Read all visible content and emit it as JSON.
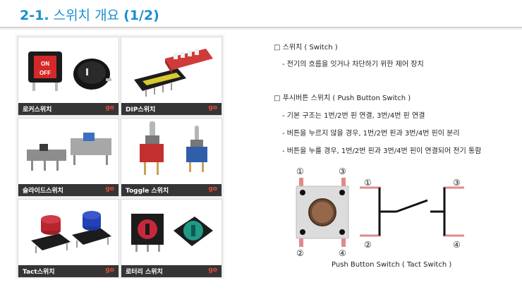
{
  "header": {
    "section_number": "2-1.",
    "title": " 스위치 개요 ",
    "page": "(1/2)"
  },
  "switch_grid": [
    {
      "label": "로커스위치",
      "go": "go"
    },
    {
      "label": "DIP스위치",
      "go": "go"
    },
    {
      "label": "슬라이드스위치",
      "go": "go"
    },
    {
      "label": "Toggle 스위치",
      "go": "go"
    },
    {
      "label": "Tact스위치",
      "go": "go"
    },
    {
      "label": "로터리 스위치",
      "go": "go"
    }
  ],
  "rocker_labels": {
    "on": "ON",
    "off": "OFF"
  },
  "content": {
    "s1_heading": "□ 스위치 ( Switch )",
    "s1_item1": "- 전기의 흐름을 잇거나 차단하기 위한 제어 장치",
    "s2_heading": "□ 푸시버튼 스위치 ( Push Button Switch )",
    "s2_item1": "- 기본 구조는 1번/2번 핀 연결, 3번/4번 핀 연결",
    "s2_item2": "- 버튼을 누르지 않을 경우, 1번/2번 핀과 3번/4번 핀이 분리",
    "s2_item3": "- 버튼을 누를 경우, 1번/2번 핀과 3번/4번 핀이 연결되어 전기 통함"
  },
  "diagram": {
    "pin1": "①",
    "pin2": "②",
    "pin3": "③",
    "pin4": "④",
    "caption": "Push Button Switch ( Tact Switch )"
  },
  "colors": {
    "accent": "#1a8fd0",
    "go": "#e64a3a",
    "caption_bar": "#353535",
    "pin": "#e08a8a"
  }
}
